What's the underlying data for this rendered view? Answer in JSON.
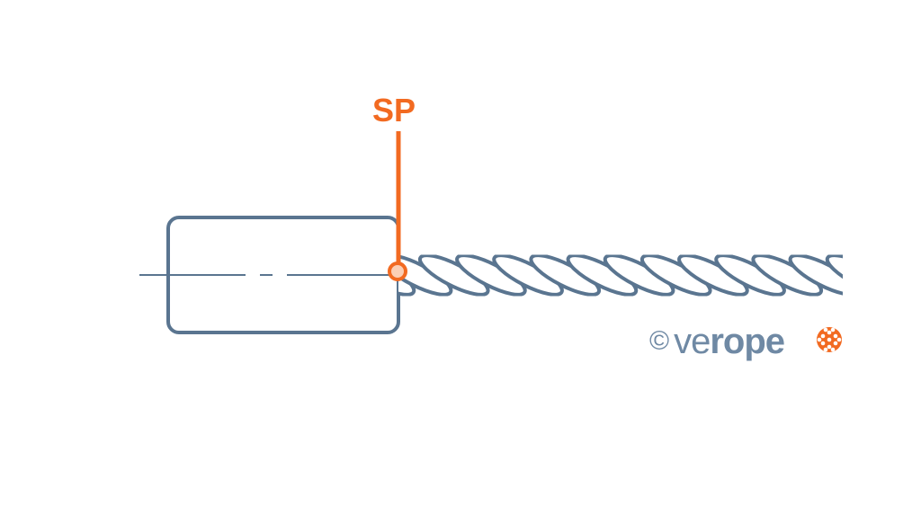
{
  "diagram": {
    "point_label": "SP",
    "logo": {
      "copyright": "©",
      "prefix": "ve",
      "bold": "rope"
    },
    "colors": {
      "line": "#5a7590",
      "accent": "#f26a21",
      "accent_fill": "#fbcfb5"
    },
    "rope_strand_count": 12
  }
}
